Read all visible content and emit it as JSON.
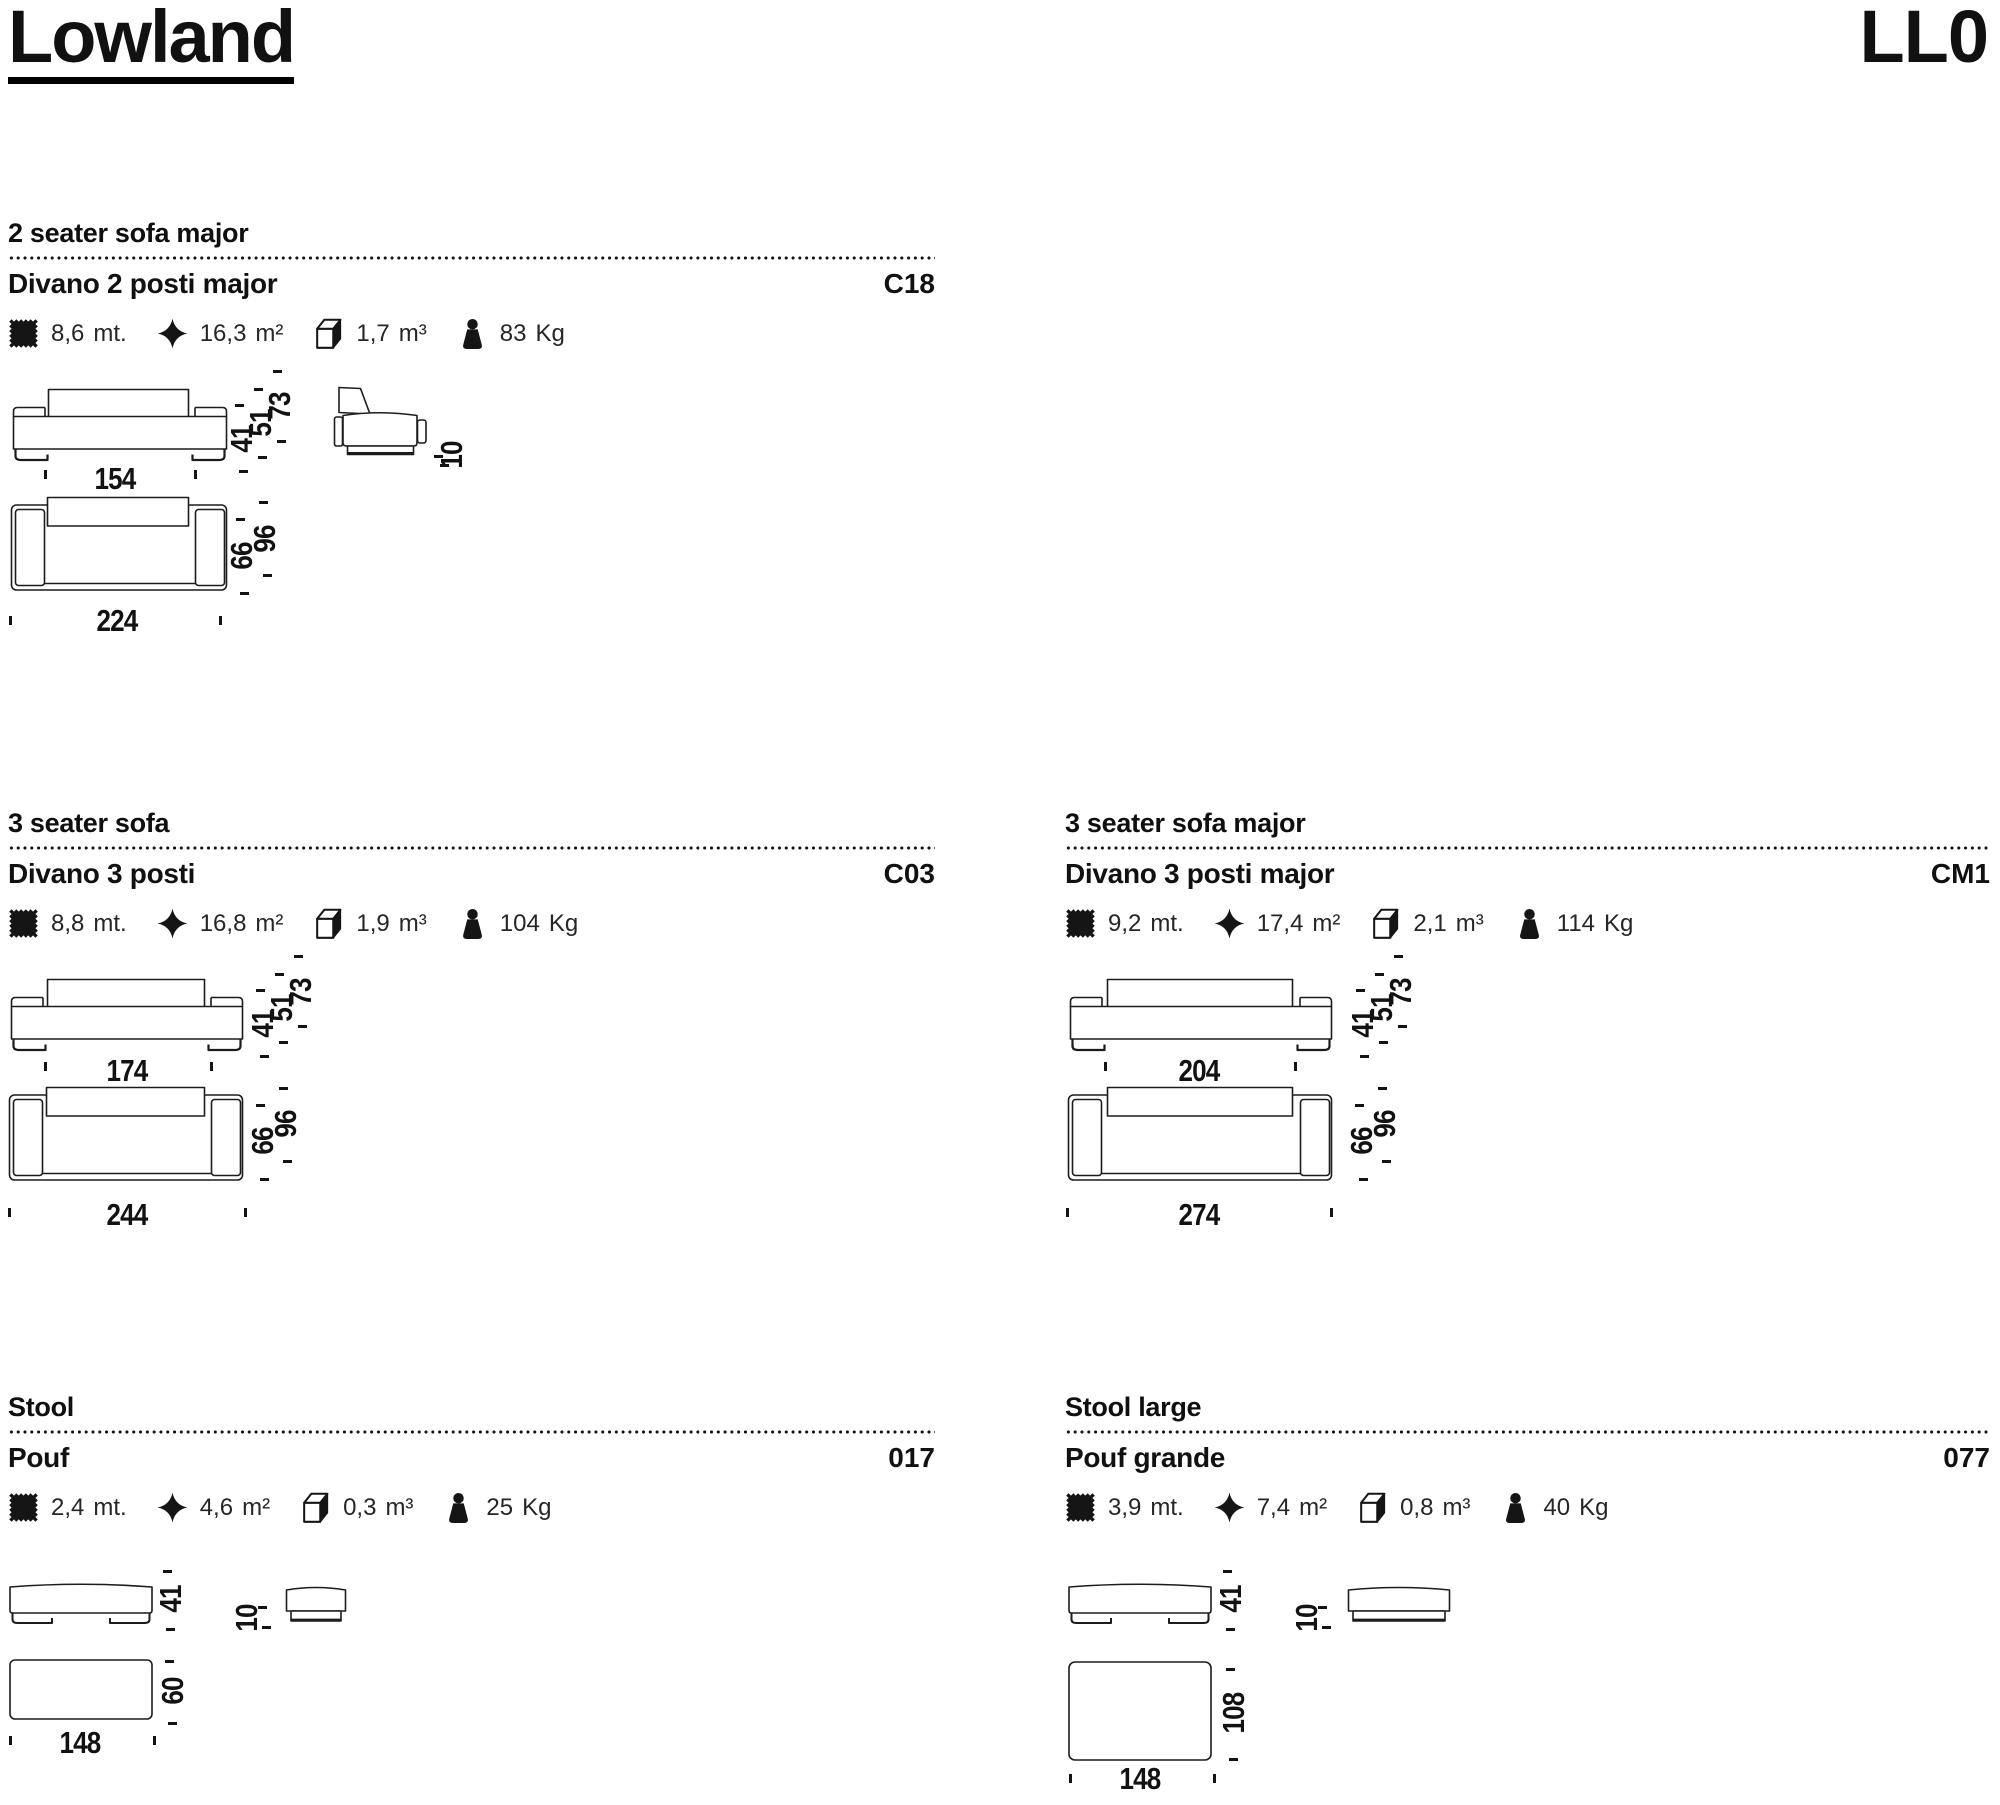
{
  "header": {
    "title": "Lowland",
    "code": "LL0"
  },
  "units": {
    "fabric": "mt.",
    "leather": "m²",
    "volume": "m³",
    "weight": "Kg"
  },
  "icons": {
    "fabric": "fabric-swatch-icon",
    "leather": "leather-hide-icon",
    "volume": "volume-cube-icon",
    "weight": "weight-icon"
  },
  "sections": [
    {
      "name_en": "2 seater sofa major",
      "name_it": "Divano 2 posti major",
      "code": "C18",
      "specs": {
        "fabric": "8,6",
        "leather": "16,3",
        "volume": "1,7",
        "weight": "83"
      },
      "dims": {
        "inner_width": "154",
        "total_width": "224",
        "heights": [
          "41",
          "51",
          "73"
        ],
        "plinth_height": "10",
        "seat_depth": "66",
        "total_depth": "96"
      }
    },
    {
      "name_en": "3 seater sofa",
      "name_it": "Divano 3 posti",
      "code": "C03",
      "specs": {
        "fabric": "8,8",
        "leather": "16,8",
        "volume": "1,9",
        "weight": "104"
      },
      "dims": {
        "inner_width": "174",
        "total_width": "244",
        "heights": [
          "41",
          "51",
          "73"
        ],
        "seat_depth": "66",
        "total_depth": "96"
      }
    },
    {
      "name_en": "3 seater sofa major",
      "name_it": "Divano 3 posti major",
      "code": "CM1",
      "specs": {
        "fabric": "9,2",
        "leather": "17,4",
        "volume": "2,1",
        "weight": "114"
      },
      "dims": {
        "inner_width": "204",
        "total_width": "274",
        "heights": [
          "41",
          "51",
          "73"
        ],
        "seat_depth": "66",
        "total_depth": "96"
      }
    },
    {
      "name_en": "Stool",
      "name_it": "Pouf",
      "code": "017",
      "specs": {
        "fabric": "2,4",
        "leather": "4,6",
        "volume": "0,3",
        "weight": "25"
      },
      "dims": {
        "width": "148",
        "height": "41",
        "plinth_height": "10",
        "depth": "60"
      }
    },
    {
      "name_en": "Stool large",
      "name_it": "Pouf grande",
      "code": "077",
      "specs": {
        "fabric": "3,9",
        "leather": "7,4",
        "volume": "0,8",
        "weight": "40"
      },
      "dims": {
        "width": "148",
        "height": "41",
        "plinth_height": "10",
        "depth": "108"
      }
    }
  ]
}
